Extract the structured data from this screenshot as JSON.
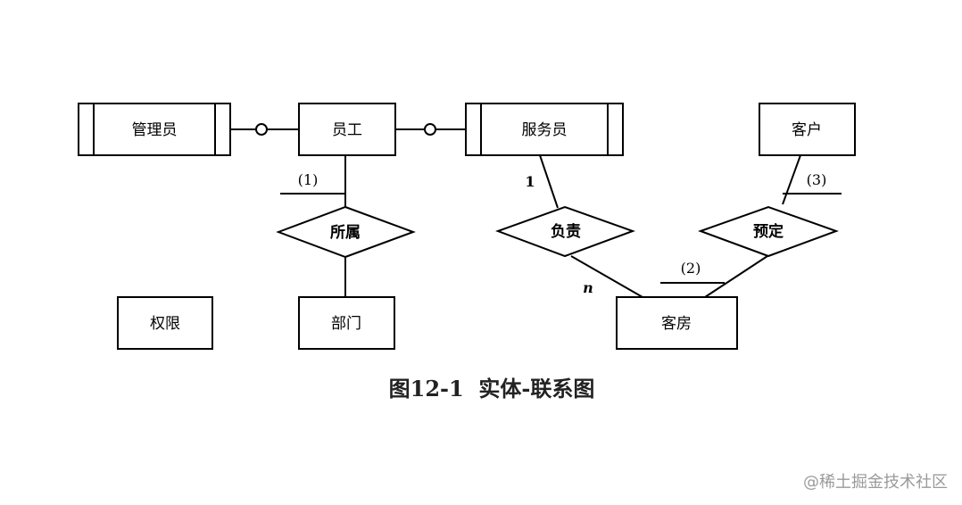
{
  "diagram": {
    "entities": {
      "manager": "管理员",
      "employee": "员工",
      "attendant": "服务员",
      "customer": "客户",
      "permission": "权限",
      "department": "部门",
      "guestroom": "客房"
    },
    "relationships": {
      "belongs": "所属",
      "responsible": "负责",
      "reserve": "预定"
    },
    "annotations": {
      "blank1": "(1)",
      "blank2": "(2)",
      "blank3": "(3)",
      "card_one": "1",
      "card_n": "n"
    },
    "caption": "图12-1  实体-联系图"
  },
  "watermark": "@稀土掘金技术社区"
}
